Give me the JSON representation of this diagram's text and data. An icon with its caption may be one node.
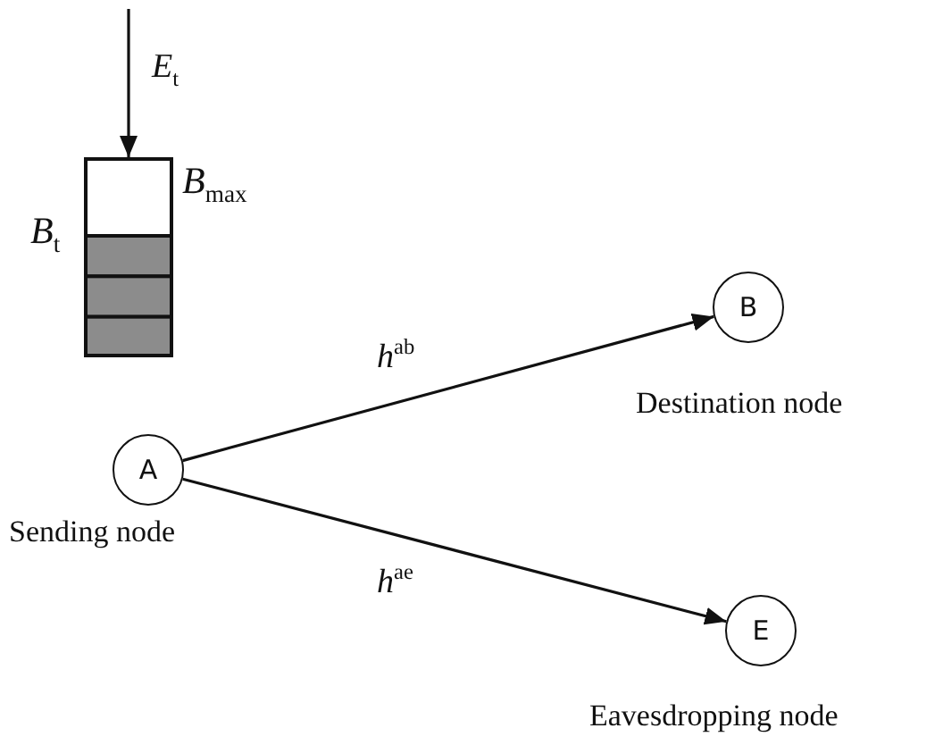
{
  "diagram": {
    "nodes": [
      {
        "text": [],
        "shape": "battery",
        "beside": [
          "*B*$_{max}$",
          "*B*$_{t}$"
        ]
      },
      {
        "text": [
          "A"
        ],
        "beside": [
          "Sending node"
        ]
      },
      {
        "text": [
          "B"
        ],
        "beside": [
          "Destination node"
        ]
      },
      {
        "text": [
          "E"
        ],
        "beside": [
          "Eavesdropping node"
        ]
      }
    ],
    "edges": [
      {
        "from": null,
        "to": 0,
        "arrow": "to",
        "label": "*E*$_{t}$"
      },
      {
        "from": 1,
        "to": 2,
        "arrow": "to",
        "label": "*h*$^{ab}$"
      },
      {
        "from": 1,
        "to": 3,
        "arrow": "to",
        "label": "*h*$^{ae}$"
      }
    ]
  }
}
